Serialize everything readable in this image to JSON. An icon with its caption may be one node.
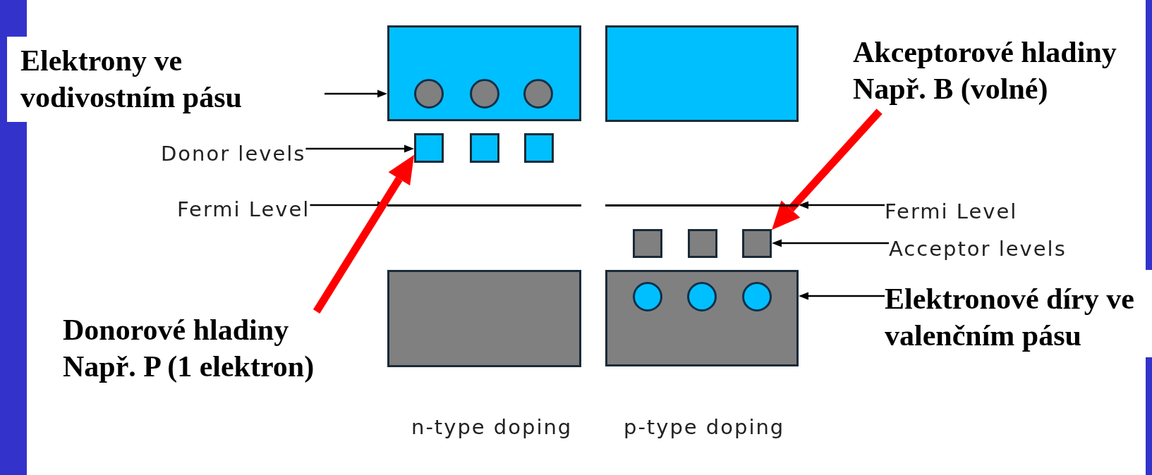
{
  "diagram": {
    "nodes": [
      {
        "text": [
          "Elektrony ve vodivostním pásu"
        ]
      },
      {
        "text": [],
        "shape": "box"
      },
      {
        "text": [],
        "shape": "box"
      },
      {
        "text": [],
        "shape": "circle",
        "in": 1
      },
      {
        "text": [],
        "shape": "circle",
        "in": 1
      },
      {
        "text": [],
        "shape": "circle",
        "in": 1
      },
      {
        "text": [
          "Akceptorové hladiny Např. B (volné)"
        ]
      },
      {
        "text": [
          "Donor levels"
        ]
      },
      {
        "text": [],
        "shape": "box"
      },
      {
        "text": [],
        "shape": "box"
      },
      {
        "text": [],
        "shape": "box"
      },
      {
        "text": [
          "Fermi Level"
        ]
      },
      {
        "text": [],
        "shape": "bar"
      },
      {
        "text": [],
        "shape": "bar"
      },
      {
        "text": [
          "Fermi Level"
        ]
      },
      {
        "text": [],
        "shape": "box"
      },
      {
        "text": [],
        "shape": "box"
      },
      {
        "text": [],
        "shape": "box"
      },
      {
        "text": [
          "Acceptor levels"
        ]
      },
      {
        "text": [],
        "shape": "box"
      },
      {
        "text": [],
        "shape": "box"
      },
      {
        "text": [],
        "shape": "circle",
        "in": 20
      },
      {
        "text": [],
        "shape": "circle",
        "in": 20
      },
      {
        "text": [],
        "shape": "circle",
        "in": 20
      },
      {
        "text": [
          "Elektronové díry ve valenčním pásu"
        ]
      },
      {
        "text": [
          "Donorové hladiny Např. P (1 elektron)"
        ]
      }
    ],
    "edges": [
      {
        "from": 0,
        "to": 1,
        "arrow": "to"
      },
      {
        "from": 7,
        "to": 8,
        "arrow": "to"
      },
      {
        "from": 11,
        "to": 12,
        "arrow": "to"
      },
      {
        "from": 14,
        "to": 13,
        "arrow": "to"
      },
      {
        "from": 18,
        "to": 17,
        "arrow": "to"
      },
      {
        "from": 24,
        "to": 20,
        "arrow": "to"
      },
      {
        "from": 25,
        "to": 8,
        "arrow": "to",
        "style": "thick",
        "color": "#ff0000"
      },
      {
        "from": 6,
        "to": 17,
        "arrow": "to",
        "style": "thick",
        "color": "#ff0000"
      }
    ],
    "labels": [
      "n-type doping",
      "p-type doping"
    ]
  }
}
